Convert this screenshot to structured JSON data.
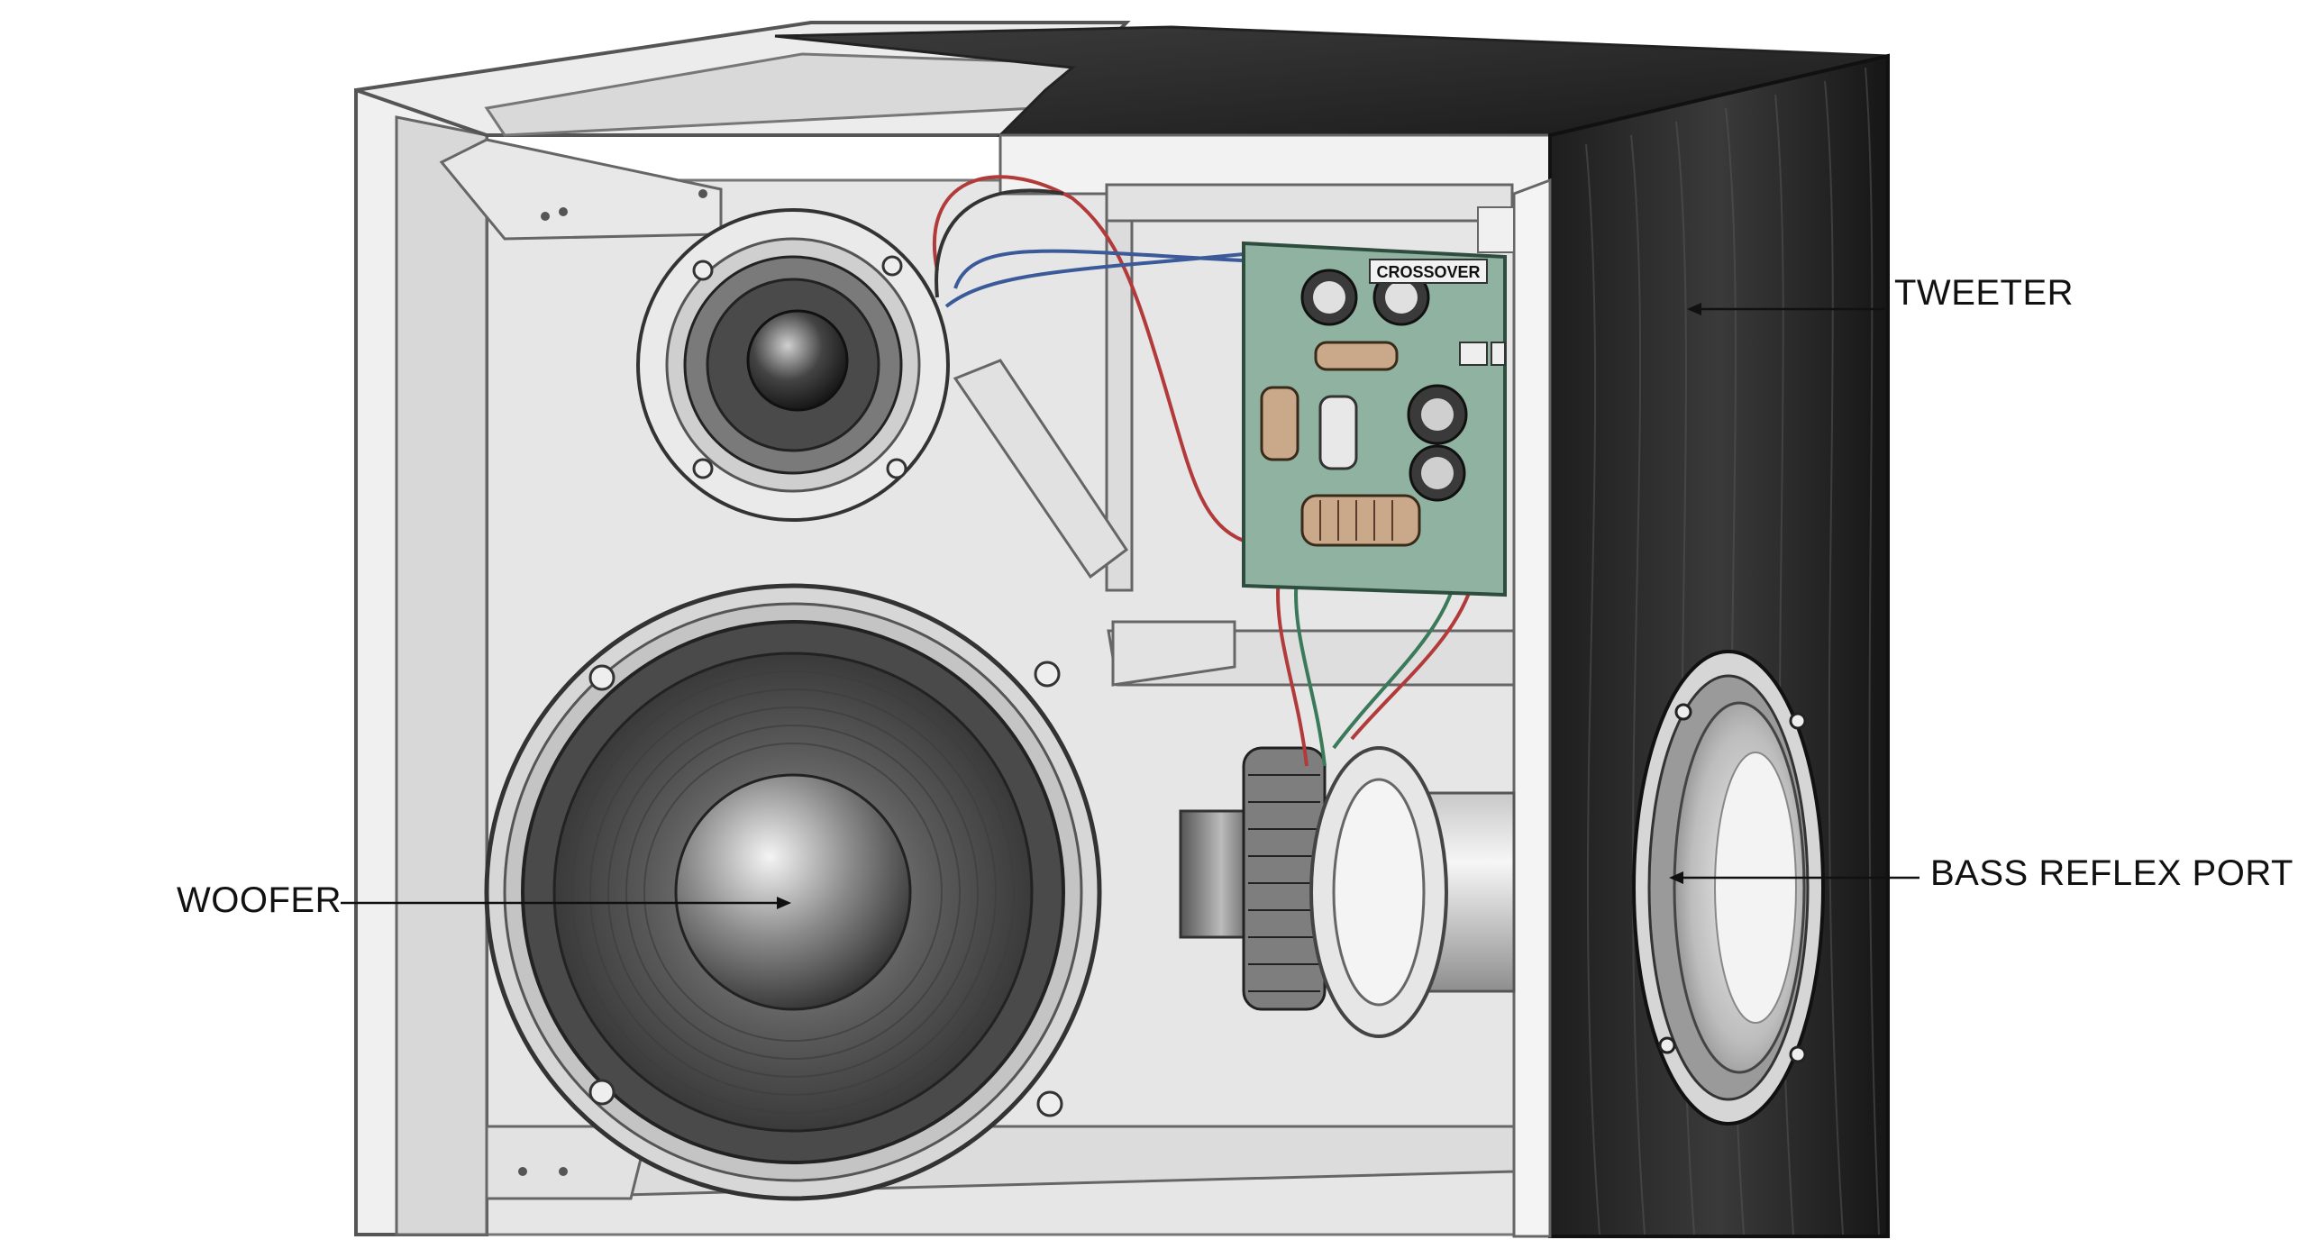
{
  "labels": {
    "tweeter": "TWEETER",
    "woofer": "WOOFER",
    "bass_reflex_port": "BASS REFLEX PORT",
    "crossover": "CROSSOVER"
  },
  "colors": {
    "cabinet_wood": "#2a2a2a",
    "cabinet_interior": "#e6e6e6",
    "crossover_board": "#8fb3a0",
    "wire_red": "#b23a3a",
    "wire_blue": "#3a5a9a",
    "wire_green": "#3a7a5a"
  }
}
